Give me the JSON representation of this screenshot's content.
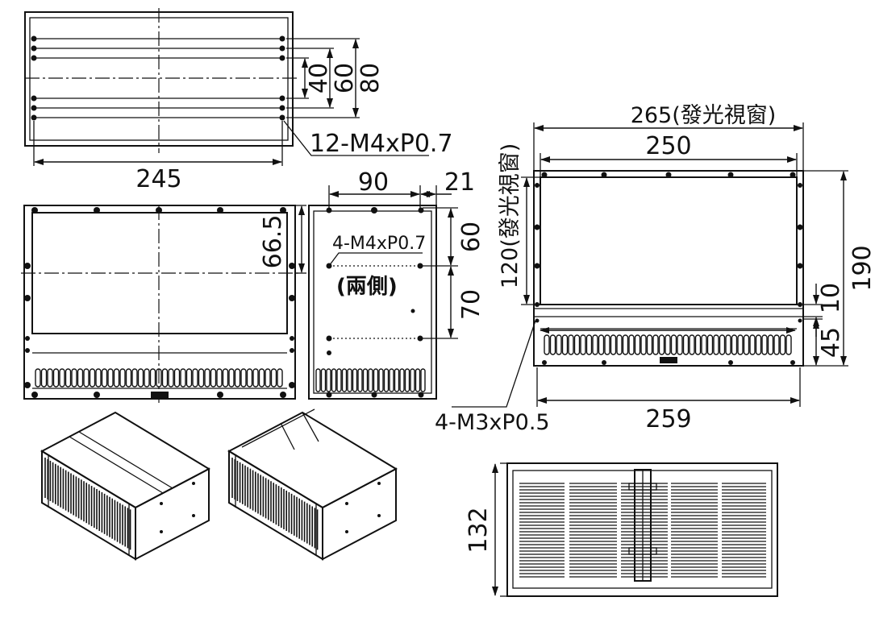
{
  "top_view": {
    "dim_width": "245",
    "dim_40": "40",
    "dim_60": "60",
    "dim_80": "80",
    "hole_note": "12-M4xP0.7"
  },
  "front_view": {
    "dim_height": "66.5"
  },
  "side_view": {
    "dim_90": "90",
    "dim_21": "21",
    "dim_60": "60",
    "dim_70": "70",
    "hole_note": "4-M4xP0.7",
    "both_sides_note": "(兩側)"
  },
  "display_view": {
    "dim_265": "265(發光視窗)",
    "dim_250": "250",
    "dim_120": "120(發光視窗)",
    "dim_190": "190",
    "dim_10": "10",
    "dim_45": "45",
    "dim_259": "259",
    "hole_note": "4-M3xP0.5"
  },
  "bottom_view": {
    "dim_132": "132"
  }
}
